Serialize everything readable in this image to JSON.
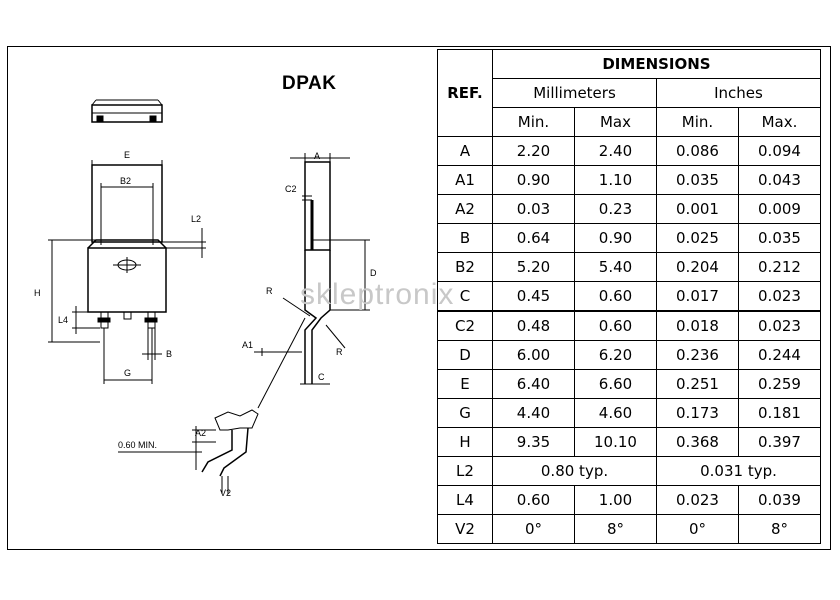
{
  "package_title": "DPAK",
  "watermark": "skleptronix",
  "table": {
    "ref_header": "REF.",
    "dimensions_header": "DIMENSIONS",
    "mm_header": "Millimeters",
    "inch_header": "Inches",
    "sub_headers": [
      "Min.",
      "Max",
      "Min.",
      "Max."
    ],
    "rows": [
      {
        "ref": "A",
        "mm_min": "2.20",
        "mm_max": "2.40",
        "in_min": "0.086",
        "in_max": "0.094"
      },
      {
        "ref": "A1",
        "mm_min": "0.90",
        "mm_max": "1.10",
        "in_min": "0.035",
        "in_max": "0.043"
      },
      {
        "ref": "A2",
        "mm_min": "0.03",
        "mm_max": "0.23",
        "in_min": "0.001",
        "in_max": "0.009"
      },
      {
        "ref": "B",
        "mm_min": "0.64",
        "mm_max": "0.90",
        "in_min": "0.025",
        "in_max": "0.035"
      },
      {
        "ref": "B2",
        "mm_min": "5.20",
        "mm_max": "5.40",
        "in_min": "0.204",
        "in_max": "0.212"
      },
      {
        "ref": "C",
        "mm_min": "0.45",
        "mm_max": "0.60",
        "in_min": "0.017",
        "in_max": "0.023"
      },
      {
        "ref": "C2",
        "mm_min": "0.48",
        "mm_max": "0.60",
        "in_min": "0.018",
        "in_max": "0.023"
      },
      {
        "ref": "D",
        "mm_min": "6.00",
        "mm_max": "6.20",
        "in_min": "0.236",
        "in_max": "0.244"
      },
      {
        "ref": "E",
        "mm_min": "6.40",
        "mm_max": "6.60",
        "in_min": "0.251",
        "in_max": "0.259"
      },
      {
        "ref": "G",
        "mm_min": "4.40",
        "mm_max": "4.60",
        "in_min": "0.173",
        "in_max": "0.181"
      },
      {
        "ref": "H",
        "mm_min": "9.35",
        "mm_max": "10.10",
        "in_min": "0.368",
        "in_max": "0.397"
      },
      {
        "ref": "L2",
        "mm_typ": "0.80 typ.",
        "in_typ": "0.031 typ."
      },
      {
        "ref": "L4",
        "mm_min": "0.60",
        "mm_max": "1.00",
        "in_min": "0.023",
        "in_max": "0.039"
      },
      {
        "ref": "V2",
        "mm_min": "0°",
        "mm_max": "8°",
        "in_min": "0°",
        "in_max": "8°"
      }
    ]
  },
  "drawing_labels": {
    "E": "E",
    "B2": "B2",
    "L2": "L2",
    "H": "H",
    "L4": "L4",
    "G": "G",
    "B": "B",
    "A": "A",
    "C2": "C2",
    "D": "D",
    "R1": "R",
    "R2": "R",
    "A1": "A1",
    "C": "C",
    "A2": "A2",
    "min": "0.60 MIN.",
    "V2": "V2"
  }
}
